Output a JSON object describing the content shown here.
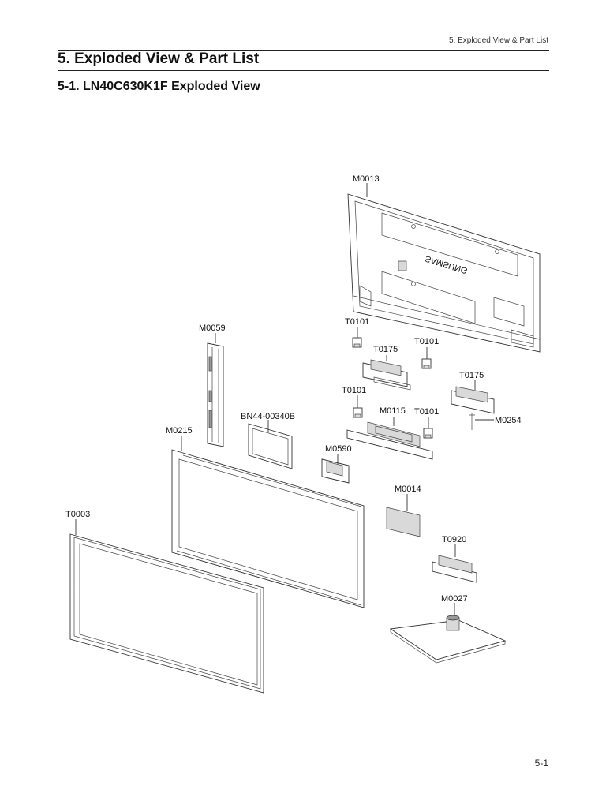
{
  "header": {
    "running_title": "5. Exploded View & Part List"
  },
  "section_title": "5. Exploded View & Part List",
  "subsection_title": "5-1. LN40C630K1F Exploded View",
  "diagram": {
    "brand_mark": "SAMSUNG",
    "callouts": {
      "m0013": "M0013",
      "t0101_a": "T0101",
      "t0175_a": "T0175",
      "t0101_b": "T0101",
      "t0175_b": "T0175",
      "m0059": "M0059",
      "t0101_c": "T0101",
      "m0115": "M0115",
      "t0101_d": "T0101",
      "m0254": "M0254",
      "bn44": "BN44-00340B",
      "m0215": "M0215",
      "m0590": "M0590",
      "m0014": "M0014",
      "t0003": "T0003",
      "t0920": "T0920",
      "m0027": "M0027"
    }
  },
  "footer": {
    "page_number": "5-1"
  }
}
